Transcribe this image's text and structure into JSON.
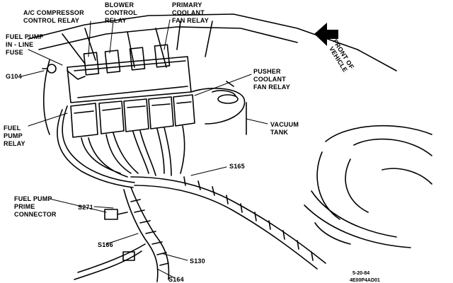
{
  "labels": {
    "ac_relay_1": "A/C COMPRESSOR",
    "ac_relay_2": "CONTROL RELAY",
    "blower_1": "BLOWER",
    "blower_2": "CONTROL",
    "blower_3": "RELAY",
    "primary_1": "PRIMARY",
    "primary_2": "COOLANT",
    "primary_3": "FAN RELAY",
    "fuse_1": "FUEL PUMP",
    "fuse_2": "IN - LINE",
    "fuse_3": "FUSE",
    "g104": "G104",
    "pusher_1": "PUSHER",
    "pusher_2": "COOLANT",
    "pusher_3": "FAN RELAY",
    "fp_relay_1": "FUEL",
    "fp_relay_2": "PUMP",
    "fp_relay_3": "RELAY",
    "vacuum_1": "VACUUM",
    "vacuum_2": "TANK",
    "s165": "S165",
    "prime_1": "FUEL PUMP",
    "prime_2": "PRIME",
    "prime_3": "CONNECTOR",
    "s271": "S271",
    "s166": "S166",
    "s130": "S130",
    "s164": "S164",
    "front_1": "FRONT OF",
    "front_2": "VEHICLE",
    "date": "5-20-84",
    "ref": "4E00P4AD01"
  }
}
